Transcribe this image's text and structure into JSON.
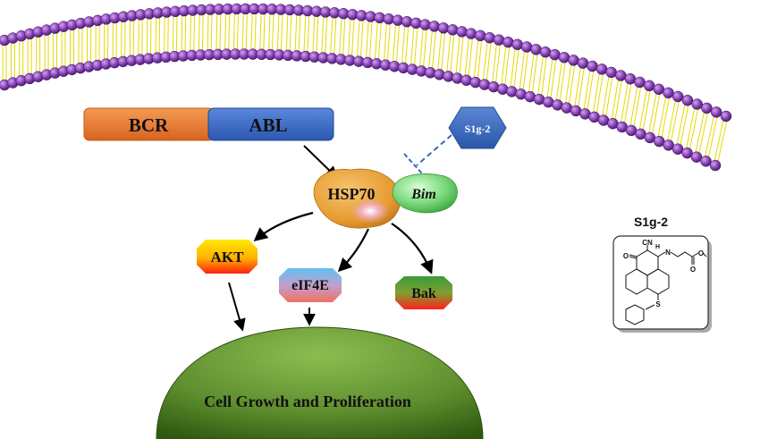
{
  "fusion": {
    "bcr": "BCR",
    "abl": "ABL"
  },
  "chaperone": {
    "hsp70": "HSP70",
    "bim": "Bim"
  },
  "inhibitor": {
    "hexagon_label": "S1g-2",
    "structure_title": "S1g-2"
  },
  "structure": {
    "cyano": "CN",
    "amine": "H",
    "amine_n": "N",
    "ketone_o": "O",
    "ester_o1": "O",
    "ester_o2": "O",
    "thio": "S"
  },
  "effectors": {
    "akt": "AKT",
    "eif4e": "eIF4E",
    "bak": "Bak"
  },
  "outcome": {
    "cell": "Cell Growth and Proliferation"
  },
  "colors": {
    "bcr": "#e87830",
    "abl": "#4070c8",
    "hsp70": "#e0a040",
    "bim": "#70d070",
    "s1g2": "#3a66b8",
    "cell": "#5a8a2a",
    "lipid_head": "#7030a0",
    "lipid_tail": "#e8d800"
  }
}
